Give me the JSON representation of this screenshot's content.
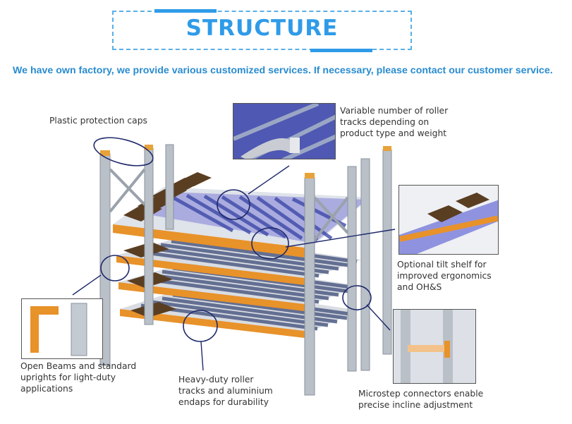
{
  "header": {
    "title": "STRUCTURE",
    "subtitle": "We have own factory, we provide various customized services. If necessary, please contact our customer service."
  },
  "callouts": {
    "caps": "Plastic protection caps",
    "tracks_line1": "Variable number of roller",
    "tracks_line2": "tracks depending on",
    "tracks_line3": "product type and weight",
    "tilt_line1": "Optional tilt shelf for",
    "tilt_line2": "improved ergonomics",
    "tilt_line3": "and OH&S",
    "beams_line1": "Open Beams and standard",
    "beams_line2": "uprights for light-duty",
    "beams_line3": "applications",
    "heavy_line1": "Heavy-duty roller",
    "heavy_line2": "tracks and aluminium",
    "heavy_line3": "endaps for durability",
    "micro_line1": "Microstep connectors enable",
    "micro_line2": "precise incline adjustment"
  },
  "colors": {
    "accent": "#2f9be8",
    "beam_orange": "#e8922a",
    "upright_gray": "#b9c0c8",
    "box_brown": "#5a3e22",
    "roller_blue": "#4b56b0"
  }
}
